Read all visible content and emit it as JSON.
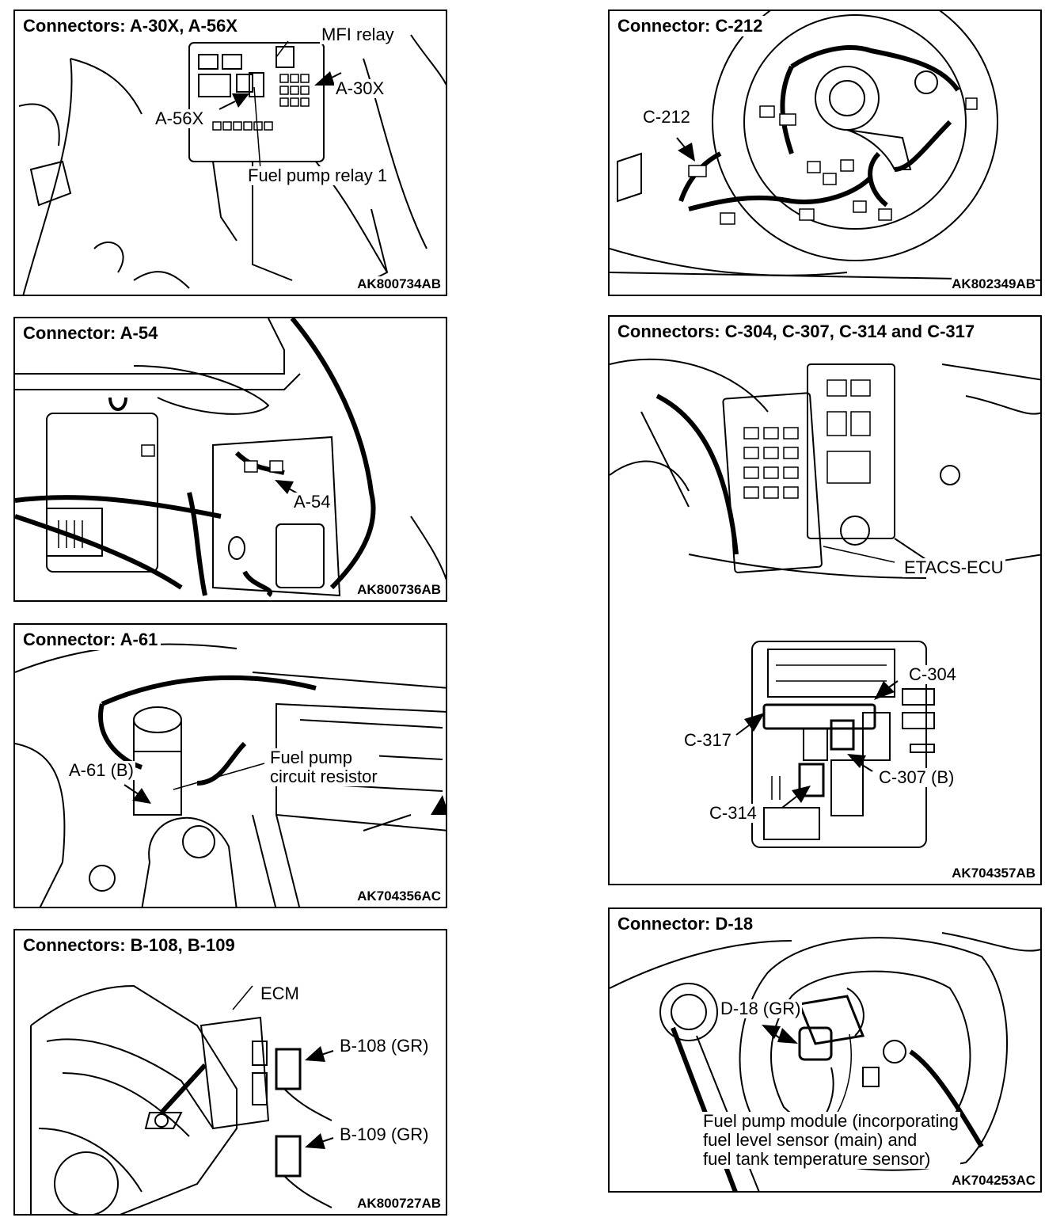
{
  "panels": {
    "p1": {
      "title": "Connectors: A-30X, A-56X",
      "code": "AK800734AB",
      "labels": {
        "mfi": "MFI relay",
        "a30x": "A-30X",
        "a56x": "A-56X",
        "fpr1": "Fuel pump relay 1"
      }
    },
    "p2": {
      "title": "Connector: C-212",
      "code": "AK802349AB",
      "labels": {
        "c212": "C-212"
      }
    },
    "p3": {
      "title": "Connector: A-54",
      "code": "AK800736AB",
      "labels": {
        "a54": "A-54"
      }
    },
    "p4": {
      "title": "Connectors: C-304, C-307, C-314 and C-317",
      "code": "AK704357AB",
      "labels": {
        "etacs": "ETACS-ECU",
        "c304": "C-304",
        "c317": "C-317",
        "c307": "C-307 (B)",
        "c314": "C-314"
      }
    },
    "p5": {
      "title": "Connector: A-61",
      "code": "AK704356AC",
      "labels": {
        "a61": "A-61 (B)",
        "fpcr": "Fuel pump\ncircuit resistor"
      }
    },
    "p6": {
      "title": "Connectors: B-108, B-109",
      "code": "AK800727AB",
      "labels": {
        "ecm": "ECM",
        "b108": "B-108 (GR)",
        "b109": "B-109 (GR)"
      }
    },
    "p7": {
      "title": "Connector: D-18",
      "code": "AK704253AC",
      "labels": {
        "d18": "D-18 (GR)",
        "fpm": "Fuel pump module (incorporating\nfuel level sensor (main) and\nfuel tank temperature sensor)"
      }
    }
  }
}
